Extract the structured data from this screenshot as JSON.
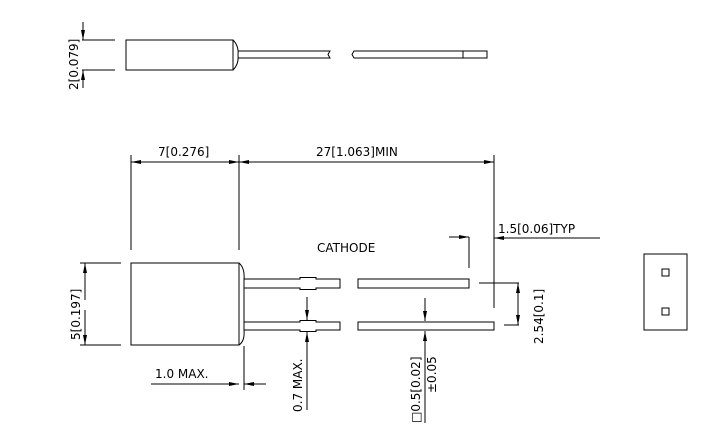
{
  "title": "LED package outline drawing",
  "dimensions": {
    "thickness": "2[0.079]",
    "body_length": "7[0.276]",
    "lead_length": "27[1.063]MIN",
    "lead_offset": "1.5[0.06]TYP",
    "body_height": "5[0.197]",
    "lead_pitch": "2.54[0.1]",
    "flange": "1.0  MAX.",
    "standoff": "0.7  MAX.",
    "lead_size": "□0.5[0.02]",
    "lead_tolerance": "±0.05"
  },
  "labels": {
    "cathode": "CATHODE"
  }
}
